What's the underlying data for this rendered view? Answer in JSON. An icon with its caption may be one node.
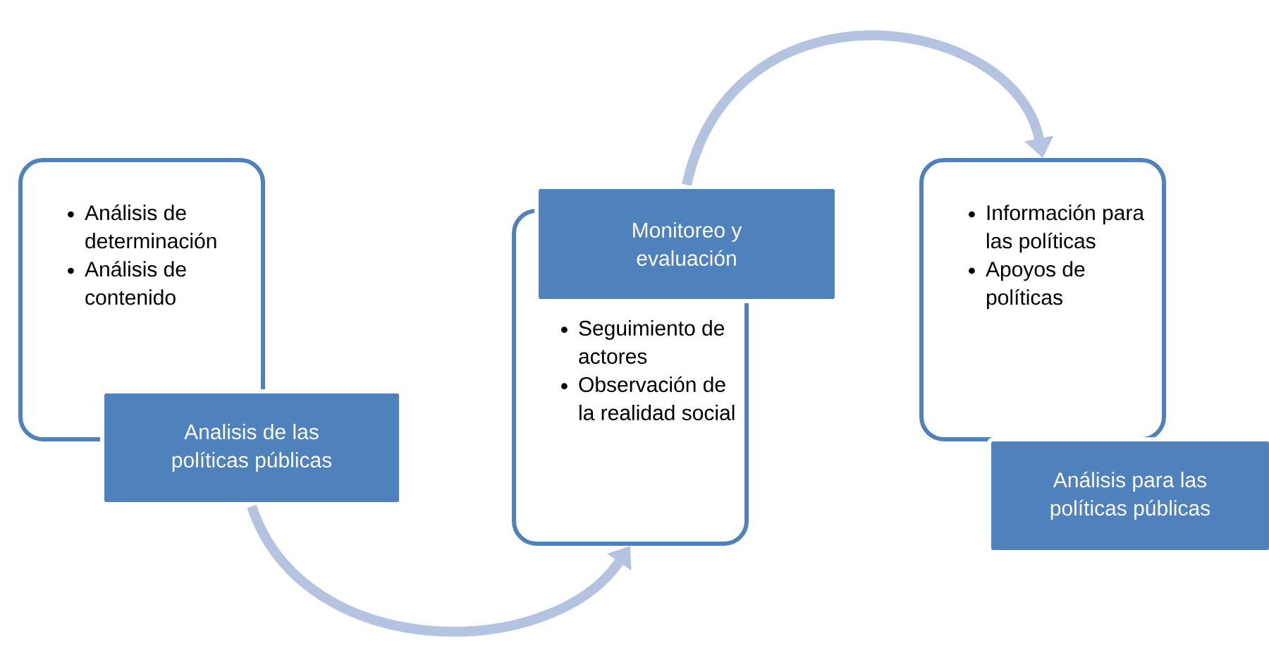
{
  "diagram": {
    "nodes": [
      {
        "text": [
          "Análisis de determinación",
          "Análisis de contenido"
        ]
      },
      {
        "text": [
          "Analisis de las políticas públicas"
        ]
      },
      {
        "text": [
          "Seguimiento de actores",
          "Observación de la realidad social"
        ]
      },
      {
        "text": [
          "Monitoreo y evaluación"
        ]
      },
      {
        "text": [
          "Información para las políticas",
          "Apoyos de políticas"
        ]
      },
      {
        "text": [
          "Análisis para las políticas públicas"
        ]
      }
    ],
    "edges": [
      {
        "from": 1,
        "to": 2,
        "arrow": "to"
      },
      {
        "from": 3,
        "to": 4,
        "arrow": "to"
      }
    ]
  }
}
